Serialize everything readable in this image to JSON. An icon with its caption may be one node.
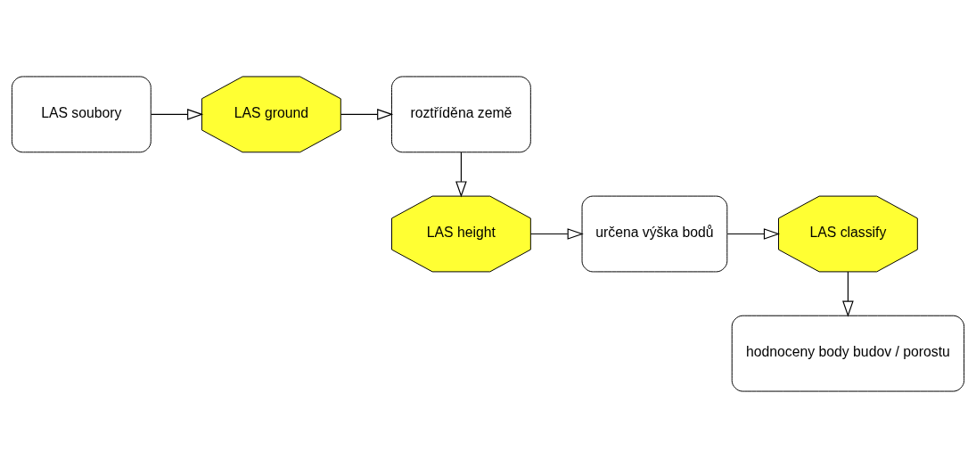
{
  "diagram": {
    "nodes": [
      {
        "text": [
          "LAS soubory"
        ]
      },
      {
        "text": [
          "LAS ground"
        ]
      },
      {
        "text": [
          "roztříděna země"
        ]
      },
      {
        "text": [
          "LAS classify"
        ]
      },
      {
        "text": [
          "určena výška bodů"
        ]
      },
      {
        "text": [
          "LAS height"
        ]
      },
      {
        "text": [
          "hodnoceny body budov / porostu"
        ]
      }
    ],
    "edges": [
      {
        "from": 0,
        "to": 1,
        "arrow": "to"
      },
      {
        "from": 1,
        "to": 2,
        "arrow": "to"
      },
      {
        "from": 2,
        "to": 5,
        "arrow": "to"
      },
      {
        "from": 5,
        "to": 4,
        "arrow": "to"
      },
      {
        "from": 4,
        "to": 3,
        "arrow": "to"
      },
      {
        "from": 3,
        "to": 6,
        "arrow": "to"
      }
    ]
  }
}
